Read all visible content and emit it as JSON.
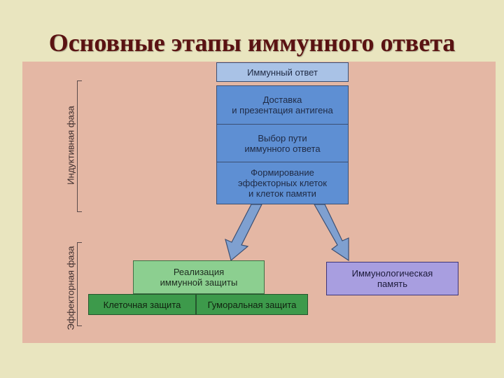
{
  "title": "Основные этапы иммунного ответа",
  "phases": {
    "inductive": "Индуктивная фаза",
    "effector": "Эффекторная фаза"
  },
  "boxes": {
    "immune_response": "Иммунный ответ",
    "delivery": "Доставка\nи презентация антигена",
    "path_choice": "Выбор пути\nиммунного ответа",
    "formation": "Формирование\nэффекторных клеток\nи клеток памяти",
    "realization": "Реализация\nиммунной защиты",
    "cellular": "Клеточная защита",
    "humoral": "Гуморальная защита",
    "memory": "Иммунологическая\nпамять"
  },
  "colors": {
    "background": "#e9e5bf",
    "panel": "#e4b7a4",
    "title": "#5a1212",
    "blue": "#5e8fd3",
    "green": "#8ccf90",
    "green_dark": "#3d9a4b",
    "purple": "#a89ee0"
  }
}
